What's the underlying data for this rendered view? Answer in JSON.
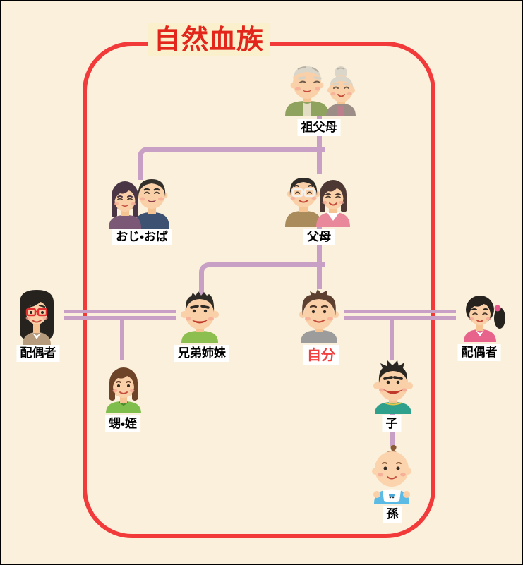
{
  "diagram": {
    "title": "自然血族",
    "nodes": [
      {
        "id": "grandparents",
        "label": "祖父母",
        "icon": "elderly-couple-icon"
      },
      {
        "id": "uncle-aunt",
        "label": "おじ・おば",
        "icon": "adult-couple-icon"
      },
      {
        "id": "parents",
        "label": "父母",
        "icon": "parents-couple-icon"
      },
      {
        "id": "spouse-of-sibling",
        "label": "配偶者",
        "icon": "woman-red-glasses-icon"
      },
      {
        "id": "siblings",
        "label": "兄弟姉妹",
        "icon": "young-man-icon"
      },
      {
        "id": "self",
        "label": "自分",
        "icon": "man-icon",
        "highlighted": true
      },
      {
        "id": "spouse-of-self",
        "label": "配偶者",
        "icon": "woman-ponytail-icon"
      },
      {
        "id": "nephew-niece",
        "label": "甥・姪",
        "icon": "girl-icon"
      },
      {
        "id": "child",
        "label": "子",
        "icon": "boy-icon"
      },
      {
        "id": "grandchild",
        "label": "孫",
        "icon": "baby-icon"
      }
    ],
    "edges": [
      {
        "from": "grandparents",
        "to": "parents",
        "type": "blood"
      },
      {
        "from": "grandparents",
        "to": "uncle-aunt",
        "type": "blood"
      },
      {
        "from": "parents",
        "to": "self",
        "type": "blood"
      },
      {
        "from": "parents",
        "to": "siblings",
        "type": "blood"
      },
      {
        "from": "siblings",
        "to": "spouse-of-sibling",
        "type": "marriage-double-line"
      },
      {
        "from": "siblings",
        "to": "nephew-niece",
        "type": "blood"
      },
      {
        "from": "self",
        "to": "spouse-of-self",
        "type": "marriage-double-line"
      },
      {
        "from": "self",
        "to": "child",
        "type": "blood"
      },
      {
        "from": "child",
        "to": "grandchild",
        "type": "blood"
      }
    ],
    "colors": {
      "background": "#FBF0DB",
      "frame_border": "#F23A3A",
      "title_text": "#E2261B",
      "title_background": "#FAF0CC",
      "connector": "#C9A0C5",
      "label_background": "#FFFFFF",
      "label_text": "#000000",
      "self_label_text": "#F24040"
    }
  }
}
